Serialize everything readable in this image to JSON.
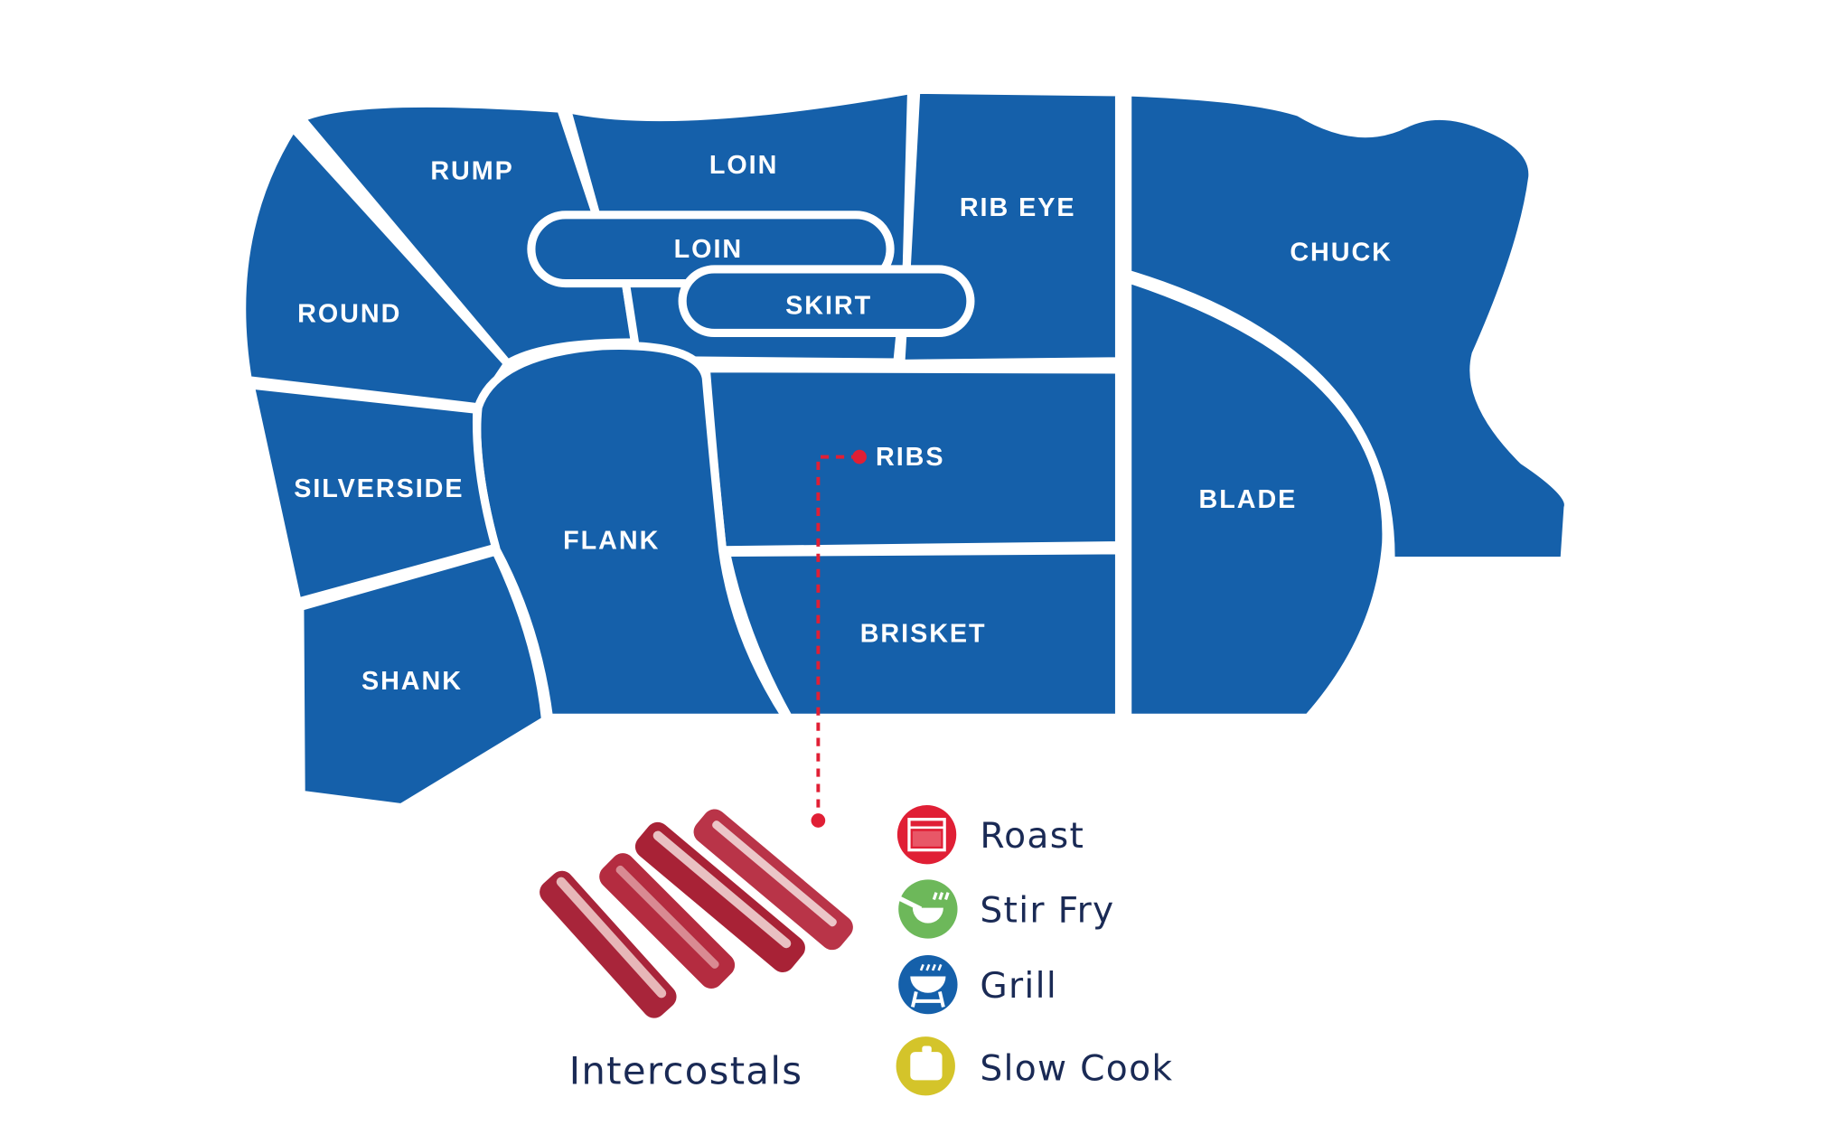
{
  "map": {
    "regions": {
      "rump": "RUMP",
      "loin_top": "LOIN",
      "loin_pill": "LOIN",
      "skirt": "SKIRT",
      "rib_eye": "RIB EYE",
      "chuck": "CHUCK",
      "round": "ROUND",
      "silverside": "SILVERSIDE",
      "flank": "FLANK",
      "ribs": "RIBS",
      "blade": "BLADE",
      "brisket": "BRISKET",
      "shank": "SHANK"
    },
    "colors": {
      "region": "#1560AA",
      "pointer": "#E01F35"
    }
  },
  "product": {
    "name": "Intercostals"
  },
  "legend": {
    "items": [
      {
        "label": "Roast",
        "icon": "oven-icon",
        "color": "#E01F35"
      },
      {
        "label": "Stir Fry",
        "icon": "wok-icon",
        "color": "#6DB85A"
      },
      {
        "label": "Grill",
        "icon": "bbq-grill-icon",
        "color": "#1560AA"
      },
      {
        "label": "Slow Cook",
        "icon": "pot-icon",
        "color": "#D4C42A"
      }
    ]
  }
}
